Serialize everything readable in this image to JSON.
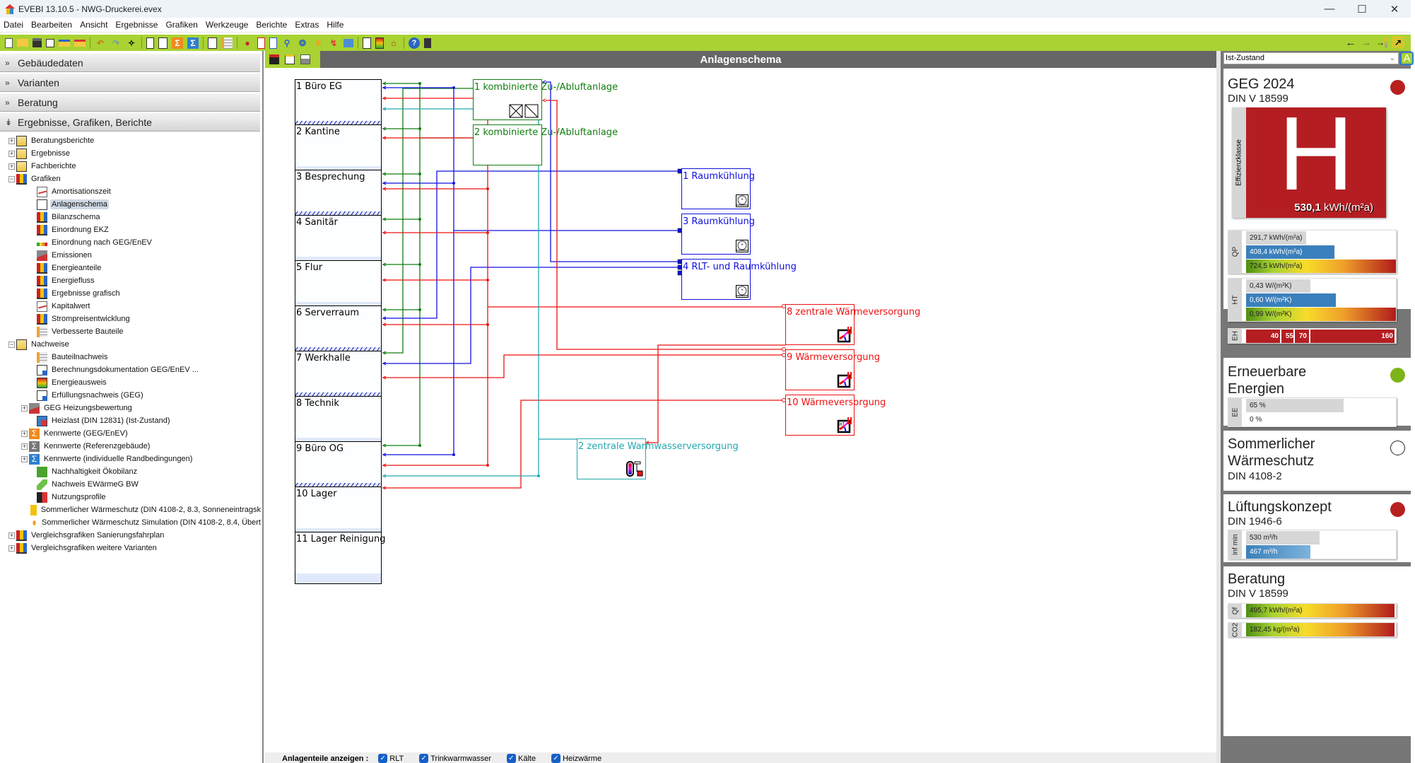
{
  "window": {
    "title": "EVEBI 13.10.5 - NWG-Druckerei.evex",
    "controls": [
      "minimize",
      "maximize",
      "close"
    ]
  },
  "menu": [
    "Datei",
    "Bearbeiten",
    "Ansicht",
    "Ergebnisse",
    "Grafiken",
    "Werkzeuge",
    "Berichte",
    "Extras",
    "Hilfe"
  ],
  "toolbar": {
    "left_icons": [
      "new-file-icon",
      "open-folder-icon",
      "save-icon",
      "copy-icon",
      "import-icon",
      "export-icon",
      "undo-icon",
      "redo-icon",
      "wizard-icon",
      "report-icon",
      "list-icon",
      "sum-orange-icon",
      "sum-blue-icon",
      "schema-icon",
      "building-parts-icon",
      "helmet-icon",
      "energy-pass-icon",
      "tool-icon",
      "zoom-icon",
      "globe-icon",
      "sun-icon",
      "lightning-icon",
      "info-panel-icon",
      "document-icon",
      "energy-label-icon",
      "house-arrow-icon",
      "help-icon",
      "calculator-icon"
    ],
    "right_icons": [
      "back-arrow-icon",
      "forward-arrow-icon",
      "goto-icon",
      "chart-icon"
    ]
  },
  "sidebar": {
    "sections": [
      {
        "label": "Gebäudedaten",
        "expanded": false
      },
      {
        "label": "Varianten",
        "expanded": false
      },
      {
        "label": "Beratung",
        "expanded": false
      },
      {
        "label": "Ergebnisse, Grafiken, Berichte",
        "expanded": true
      }
    ],
    "tree": [
      {
        "level": 0,
        "toggle": "+",
        "icon": "report",
        "label": "Beratungsberichte"
      },
      {
        "level": 0,
        "toggle": "+",
        "icon": "report",
        "label": "Ergebnisse"
      },
      {
        "level": 0,
        "toggle": "+",
        "icon": "report",
        "label": "Fachberichte"
      },
      {
        "level": 0,
        "toggle": "-",
        "icon": "bar",
        "label": "Grafiken"
      },
      {
        "level": 1,
        "toggle": "",
        "icon": "line",
        "label": "Amortisationszeit"
      },
      {
        "level": 1,
        "toggle": "",
        "icon": "schema",
        "label": "Anlagenschema",
        "selected": true
      },
      {
        "level": 1,
        "toggle": "",
        "icon": "bar",
        "label": "Bilanzschema"
      },
      {
        "level": 1,
        "toggle": "",
        "icon": "bar",
        "label": "Einordnung EKZ"
      },
      {
        "level": 1,
        "toggle": "",
        "icon": "scale",
        "label": "Einordnung nach GEG/EnEV"
      },
      {
        "level": 1,
        "toggle": "",
        "icon": "emis",
        "label": "Emissionen"
      },
      {
        "level": 1,
        "toggle": "",
        "icon": "bar",
        "label": "Energieanteile"
      },
      {
        "level": 1,
        "toggle": "",
        "icon": "bar",
        "label": "Energiefluss"
      },
      {
        "level": 1,
        "toggle": "",
        "icon": "bar",
        "label": "Ergebnisse grafisch"
      },
      {
        "level": 1,
        "toggle": "",
        "icon": "line",
        "label": "Kapitalwert"
      },
      {
        "level": 1,
        "toggle": "",
        "icon": "bar",
        "label": "Strompreisentwicklung"
      },
      {
        "level": 1,
        "toggle": "",
        "icon": "brick",
        "label": "Verbesserte Bauteile"
      },
      {
        "level": 0,
        "toggle": "-",
        "icon": "report",
        "label": "Nachweise"
      },
      {
        "level": 1,
        "toggle": "",
        "icon": "brick",
        "label": "Bauteilnachweis"
      },
      {
        "level": 1,
        "toggle": "",
        "icon": "doc",
        "label": "Berechnungsdokumentation GEG/EnEV ..."
      },
      {
        "level": 1,
        "toggle": "",
        "icon": "ea",
        "label": "Energieausweis"
      },
      {
        "level": 1,
        "toggle": "",
        "icon": "doc",
        "label": "Erfüllungsnachweis (GEG)"
      },
      {
        "level": 1,
        "toggle": "+",
        "icon": "emis",
        "label": "GEG Heizungsbewertung"
      },
      {
        "level": 1,
        "toggle": "",
        "icon": "pdf",
        "label": "Heizlast (DIN 12831) (Ist-Zustand)"
      },
      {
        "level": 1,
        "toggle": "+",
        "icon": "sum-o",
        "label": "Kennwerte (GEG/EnEV)"
      },
      {
        "level": 1,
        "toggle": "+",
        "icon": "sum-g",
        "label": "Kennwerte (Referenzgebäude)"
      },
      {
        "level": 1,
        "toggle": "+",
        "icon": "sum-b",
        "label": "Kennwerte (individuelle Randbedingungen)"
      },
      {
        "level": 1,
        "toggle": "",
        "icon": "eco",
        "label": "Nachhaltigkeit Ökobilanz"
      },
      {
        "level": 1,
        "toggle": "",
        "icon": "leaf",
        "label": "Nachweis EWärmeG BW"
      },
      {
        "level": 1,
        "toggle": "",
        "icon": "person",
        "label": "Nutzungsprofile"
      },
      {
        "level": 1,
        "toggle": "",
        "icon": "sun",
        "label": "Sommerlicher Wärmeschutz (DIN 4108-2, 8.3, Sonneneintragsk"
      },
      {
        "level": 1,
        "toggle": "",
        "icon": "sim",
        "label": "Sommerlicher Wärmeschutz Simulation (DIN 4108-2, 8.4, Übert"
      },
      {
        "level": 0,
        "toggle": "+",
        "icon": "bar",
        "label": "Vergleichsgrafiken Sanierungsfahrplan"
      },
      {
        "level": 0,
        "toggle": "+",
        "icon": "bar",
        "label": "Vergleichsgrafiken weitere Varianten"
      }
    ]
  },
  "main": {
    "title": "Anlagenschema",
    "tools": [
      "save-icon",
      "clipboard-icon",
      "print-icon"
    ],
    "colors": {
      "ventilation": "#117d11",
      "cooling": "#1010e0",
      "heating": "#ee1111",
      "hot_water": "#22a8b0"
    },
    "rooms": [
      {
        "label": "1 Büro EG",
        "footer": "hatch"
      },
      {
        "label": "2 Kantine",
        "footer": "plain"
      },
      {
        "label": "3 Besprechung",
        "footer": "hatch"
      },
      {
        "label": "4 Sanitär",
        "footer": "plain"
      },
      {
        "label": "5 Flur",
        "footer": "plain"
      },
      {
        "label": "6 Serverraum",
        "footer": "hatch"
      },
      {
        "label": "7 Werkhalle",
        "footer": "hatch"
      },
      {
        "label": "8 Technik",
        "footer": "plain"
      },
      {
        "label": "9 Büro OG",
        "footer": "hatch"
      },
      {
        "label": "10 Lager",
        "footer": "plain"
      },
      {
        "label": "11 Lager Reinigung",
        "footer": "plain"
      }
    ],
    "units": [
      {
        "label": "1 kombinierte Zu-/Abluftanlage",
        "type": "ventilation",
        "icon": "heat-recovery-icon"
      },
      {
        "label": "2 kombinierte Zu-/Abluftanlage",
        "type": "ventilation",
        "icon": ""
      },
      {
        "label": "1 Raumkühlung",
        "type": "cooling",
        "icon": "fan-icon"
      },
      {
        "label": "3 Raumkühlung",
        "type": "cooling",
        "icon": "fan-icon"
      },
      {
        "label": "4 RLT- und Raumkühlung",
        "type": "cooling",
        "icon": "fan-icon"
      },
      {
        "label": "8 zentrale Wärmeversorgung",
        "type": "heating",
        "icon": "boiler-icon"
      },
      {
        "label": "9 Wärmeversorgung",
        "type": "heating",
        "icon": "boiler-icon"
      },
      {
        "label": "10 Wärmeversorgung",
        "type": "heating",
        "icon": "boiler-ht-icon"
      },
      {
        "label": "2 zentrale Warmwasserversorgung",
        "type": "hot_water",
        "icon": "storage-tank-icon"
      }
    ],
    "filter": {
      "label": "Anlagenteile anzeigen :",
      "options": [
        {
          "label": "RLT",
          "checked": true
        },
        {
          "label": "Trinkwarmwasser",
          "checked": true
        },
        {
          "label": "Kälte",
          "checked": true
        },
        {
          "label": "Heizwärme",
          "checked": true
        }
      ]
    }
  },
  "rightpanel": {
    "variant": "Ist-Zustand",
    "a_button": "A",
    "geg": {
      "title": "GEG 2024",
      "subtitle": "DIN V 18599",
      "status": "#b82020",
      "class_label": "Effizienzklasse",
      "class": "H",
      "value": "530,1",
      "unit": "kWh/(m²a)",
      "qp": {
        "label": "QP",
        "bars": [
          {
            "text": "291,7 kWh/(m²a)",
            "fraction": 0.4,
            "style": "grey"
          },
          {
            "text": "408,4 kWh/(m²a)",
            "fraction": 0.59,
            "style": "blue"
          },
          {
            "text": "724,5 kWh/(m²a)",
            "fraction": 1.0,
            "style": "grad"
          }
        ]
      },
      "ht": {
        "label": "HT",
        "bars": [
          {
            "text": "0,43 W/(m²K)",
            "fraction": 0.43,
            "style": "grey"
          },
          {
            "text": "0,60 W/(m²K)",
            "fraction": 0.6,
            "style": "blue"
          },
          {
            "text": "0,99 W/(m²K)",
            "fraction": 1.0,
            "style": "grad"
          }
        ]
      },
      "eh": {
        "label": "EH",
        "marks": [
          "40",
          "55",
          "70",
          "160"
        ]
      }
    },
    "ee": {
      "title": "Erneuerbare Energien",
      "status": "#7cb518",
      "label": "EE",
      "bars": [
        {
          "text": "65 %",
          "fraction": 0.65,
          "style": "grey"
        },
        {
          "text": "0 %",
          "fraction": 0,
          "style": "none"
        }
      ]
    },
    "sws": {
      "title": "Sommerlicher Wärmeschutz",
      "subtitle": "DIN 4108-2",
      "status": "#ffffff"
    },
    "lk": {
      "title": "Lüftungskonzept",
      "subtitle": "DIN 1946-6",
      "status": "#b82020",
      "label": "inf min",
      "bars": [
        {
          "text": "530 m³/h",
          "fraction": 0.49,
          "style": "grey"
        },
        {
          "text": "467 m³/h",
          "fraction": 0.43,
          "style": "blue2"
        }
      ]
    },
    "beratung": {
      "title": "Beratung",
      "subtitle": "DIN V 18599",
      "rows": [
        {
          "label": "Qf",
          "text": "495,7 kWh/(m²a)"
        },
        {
          "label": "CO2",
          "text": "182,45 kg/(m²a)"
        }
      ]
    }
  }
}
